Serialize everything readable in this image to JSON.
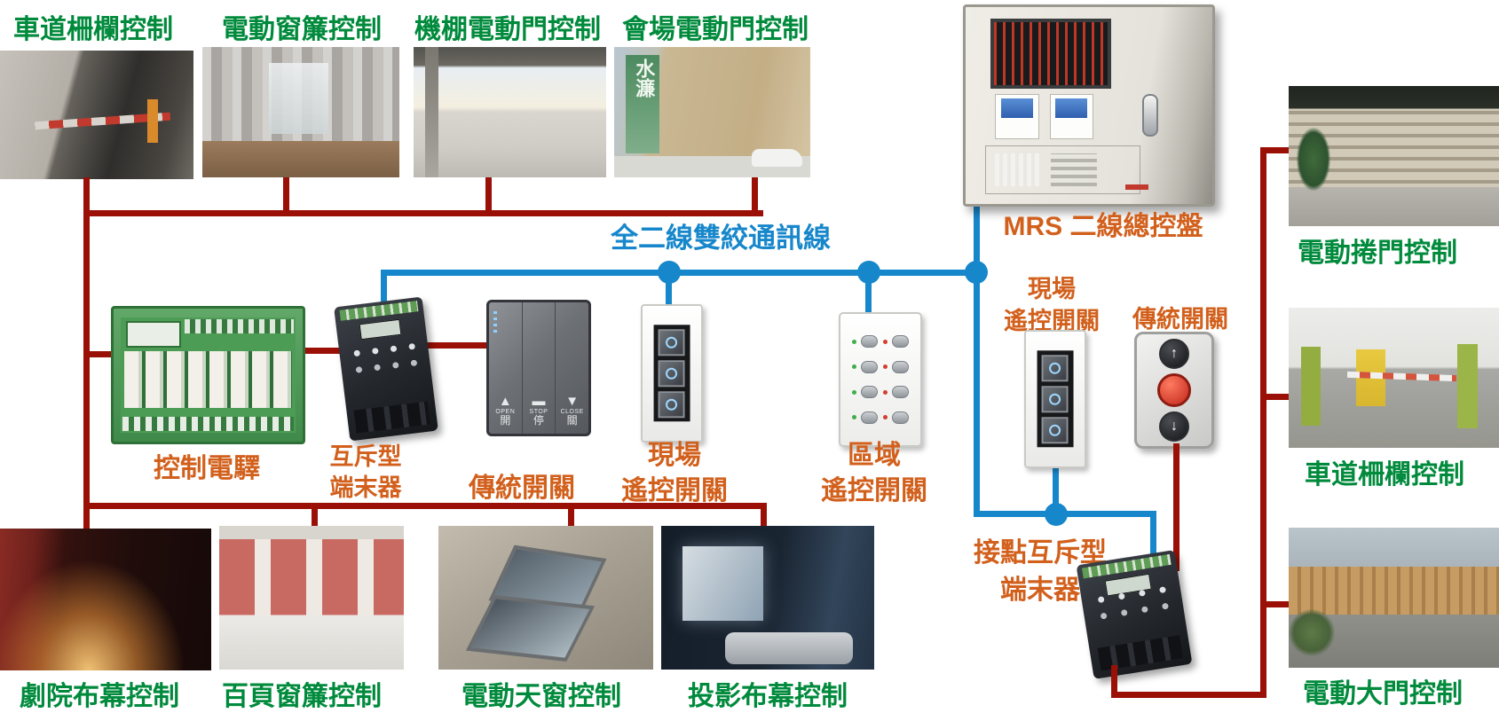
{
  "colors": {
    "label_green": "#008A3C",
    "label_orange": "#D2601C",
    "label_blue": "#1787CB",
    "wire_red": "#9A1006",
    "wire_blue": "#1787CB"
  },
  "bus": {
    "label": "全二線雙絞通訊線"
  },
  "panel": {
    "label": "MRS 二線總控盤"
  },
  "top_row": [
    {
      "label": "車道柵欄控制"
    },
    {
      "label": "電動窗簾控制"
    },
    {
      "label": "機棚電動門控制"
    },
    {
      "label": "會場電動門控制"
    }
  ],
  "venue_sign_text": "水濂",
  "bottom_row": [
    {
      "label": "劇院布幕控制"
    },
    {
      "label": "百頁窗簾控制"
    },
    {
      "label": "電動天窗控制"
    },
    {
      "label": "投影布幕控制"
    }
  ],
  "right_col": [
    {
      "label": "電動捲門控制"
    },
    {
      "label": "車道柵欄控制"
    },
    {
      "label": "電動大門控制"
    }
  ],
  "mid_devices": {
    "relay": {
      "label": "控制電驛"
    },
    "terminal": {
      "line1": "互斥型",
      "line2": "端末器"
    },
    "trad_switch": {
      "label": "傳統開關",
      "buttons": [
        {
          "arrow": "▲",
          "en": "OPEN",
          "zh": "開"
        },
        {
          "arrow": "▬",
          "en": "STOP",
          "zh": "停"
        },
        {
          "arrow": "▼",
          "en": "CLOSE",
          "zh": "關"
        }
      ]
    },
    "local_switch": {
      "line1": "現場",
      "line2": "遙控開關"
    },
    "zone_switch": {
      "line1": "區域",
      "line2": "遙控開關"
    }
  },
  "right_cluster": {
    "local_switch": {
      "line1": "現場",
      "line2": "遙控開關"
    },
    "trad_switch": {
      "label": "傳統開關",
      "up_icon": "↑",
      "down_icon": "↓"
    },
    "terminal": {
      "line1": "接點互斥型",
      "line2": "端末器"
    }
  }
}
